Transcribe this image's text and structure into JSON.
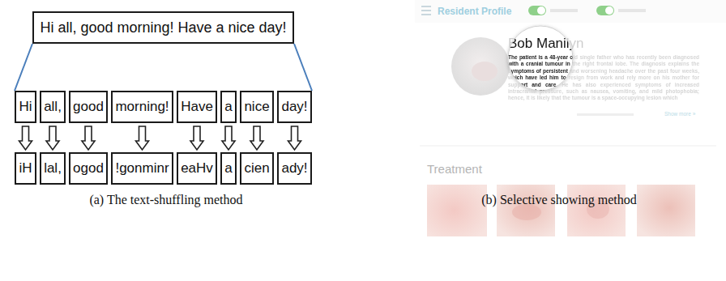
{
  "diagram": {
    "nodes": [
      {
        "text": [
          "Hi all, good morning! Have a nice day!"
        ]
      },
      {
        "text": [
          "Hi"
        ]
      },
      {
        "text": [
          "all,"
        ]
      },
      {
        "text": [
          "good"
        ]
      },
      {
        "text": [
          "morning!"
        ]
      },
      {
        "text": [
          "Have"
        ]
      },
      {
        "text": [
          "a"
        ]
      },
      {
        "text": [
          "nice"
        ]
      },
      {
        "text": [
          "day!"
        ]
      },
      {
        "text": [
          "iH"
        ]
      },
      {
        "text": [
          "lal,"
        ]
      },
      {
        "text": [
          "ogod"
        ]
      },
      {
        "text": [
          "!gonminr"
        ]
      },
      {
        "text": [
          "eaHv"
        ]
      },
      {
        "text": [
          "a"
        ]
      },
      {
        "text": [
          "cien"
        ]
      },
      {
        "text": [
          "ady!"
        ]
      }
    ],
    "edges": [
      {
        "from": 1,
        "to": 9,
        "arrow": "to"
      },
      {
        "from": 2,
        "to": 10,
        "arrow": "to"
      },
      {
        "from": 3,
        "to": 11,
        "arrow": "to"
      },
      {
        "from": 4,
        "to": 12,
        "arrow": "to"
      },
      {
        "from": 5,
        "to": 13,
        "arrow": "to"
      },
      {
        "from": 6,
        "to": 14,
        "arrow": "to"
      },
      {
        "from": 7,
        "to": 15,
        "arrow": "to"
      },
      {
        "from": 8,
        "to": 16,
        "arrow": "to"
      }
    ],
    "labels": [
      "(a) The text-shuffling method",
      "(b) Selective showing method",
      "Resident Profile",
      "Bob Manilyn",
      "The patient is a 48-year old single father who has recently been diagnosed with a cranial tumour in the right frontal lobe. The diagnosis explains the symptoms of persistent and worsening headache over the past four weeks, which have led him to resign from work and rely more on his mother for support and care. He has also experienced symptoms of increased intracranial pressure, such as nausea, vomiting, and mild photophobia; hence, it is likely that the tumour is a space-occupying lesion which",
      "Show more »",
      "Treatment"
    ]
  }
}
